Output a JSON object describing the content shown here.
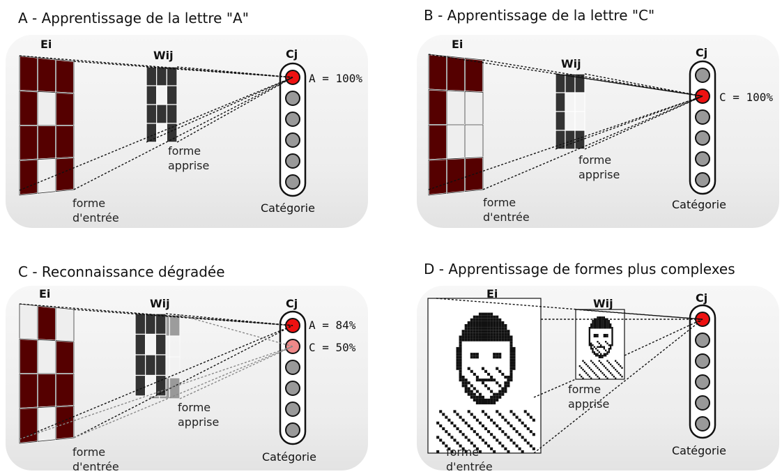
{
  "panels": {
    "a": {
      "title": "A - Apprentissage de la lettre \"A\"",
      "ei": "Ei",
      "wij": "Wij",
      "cj": "Cj",
      "output": "A = 100%",
      "learned": [
        "forme",
        "apprise"
      ],
      "input": [
        "forme",
        "d'entrée"
      ],
      "category": "Catégorie"
    },
    "b": {
      "title": "B - Apprentissage de la lettre \"C\"",
      "ei": "Ei",
      "wij": "Wij",
      "cj": "Cj",
      "output": "C = 100%",
      "learned": [
        "forme",
        "apprise"
      ],
      "input": [
        "forme",
        "d'entrée"
      ],
      "category": "Catégorie"
    },
    "c": {
      "title": "C - Reconnaissance dégradée",
      "ei": "Ei",
      "wij": "Wij",
      "cj": "Cj",
      "output_a": "A = 84%",
      "output_c": "C = 50%",
      "learned": [
        "forme",
        "apprise"
      ],
      "input": [
        "forme",
        "d'entrée"
      ],
      "category": "Catégorie"
    },
    "d": {
      "title": "D - Apprentissage de formes plus complexes",
      "ei": "Ei",
      "wij": "Wij",
      "cj": "Cj",
      "learned": [
        "forme",
        "apprise"
      ],
      "input": [
        "forme",
        "d'entrée"
      ],
      "category": "Catégorie"
    }
  },
  "colors": {
    "cell_on": "#550000",
    "cell_off": "#eeeeee",
    "node_active": "#ee1111",
    "node_partial": "#ee8888",
    "node_idle": "#999999",
    "weight_on": "#333333"
  }
}
